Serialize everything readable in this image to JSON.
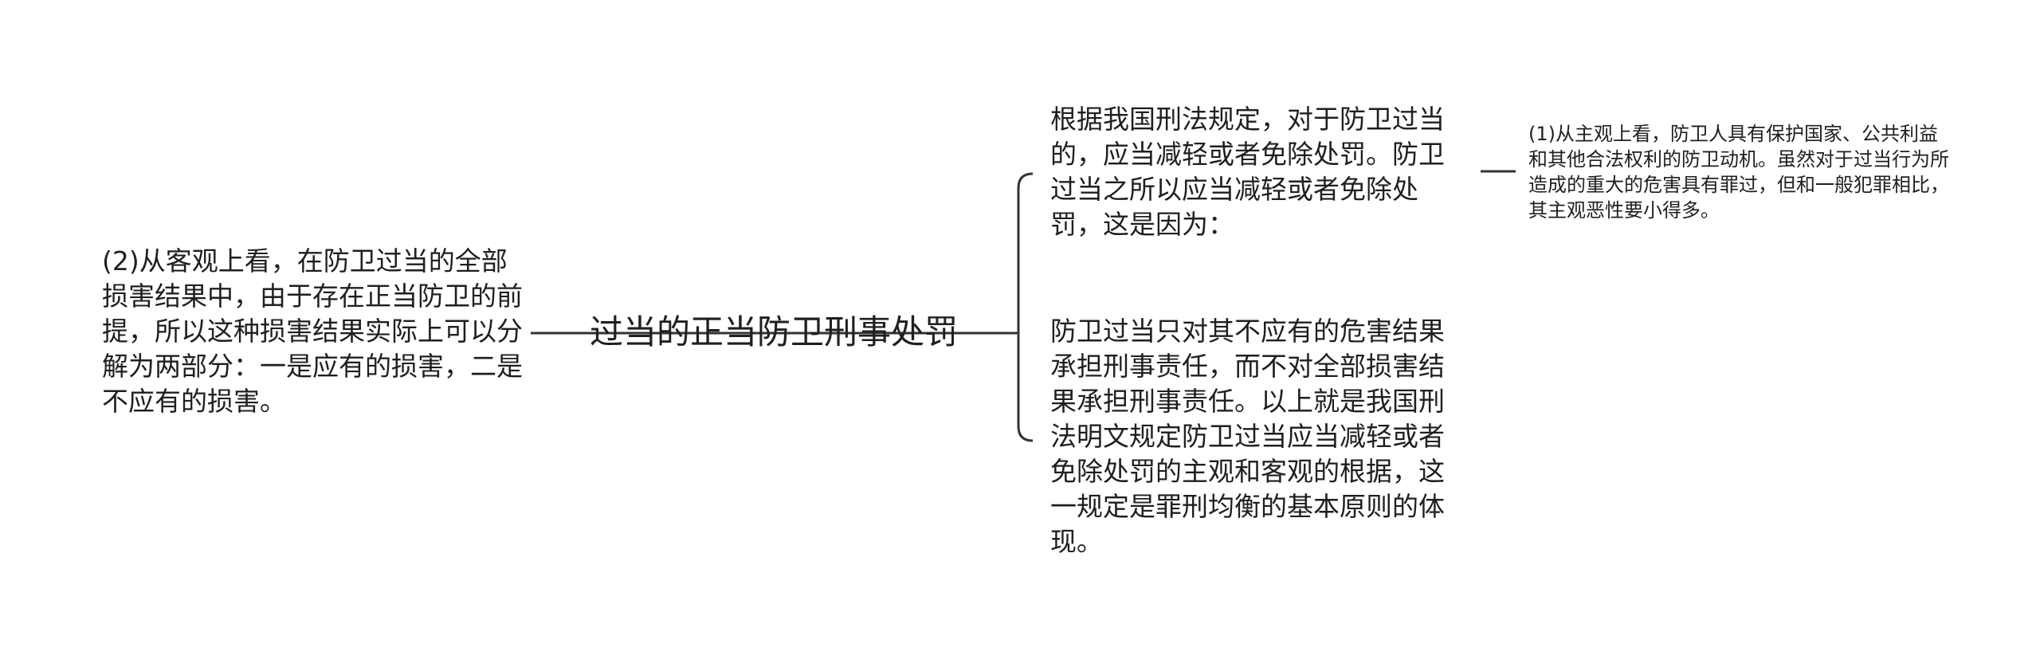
{
  "mindmap": {
    "root": "过当的正当防卫刑事处罚",
    "left_branch": "(2)从客观上看，在防卫过当的全部损害结果中，由于存在正当防卫的前提，所以这种损害结果实际上可以分解为两部分：一是应有的损害，二是不应有的损害。",
    "right_branches": [
      "根据我国刑法规定，对于防卫过当的，应当减轻或者免除处罚。防卫过当之所以应当减轻或者免除处罚，这是因为：",
      "防卫过当只对其不应有的危害结果承担刑事责任，而不对全部损害结果承担刑事责任。以上就是我国刑法明文规定防卫过当应当减轻或者免除处罚的主观和客观的根据，这一规定是罪刑均衡的基本原则的体现。"
    ],
    "far_right_branch": "(1)从主观上看，防卫人具有保护国家、公共利益和其他合法权利的防卫动机。虽然对于过当行为所造成的重大的危害具有罪过，但和一般犯罪相比，其主观恶性要小得多。"
  },
  "colors": {
    "text": "#1f1f1f",
    "line": "#333333",
    "background": "#ffffff"
  }
}
